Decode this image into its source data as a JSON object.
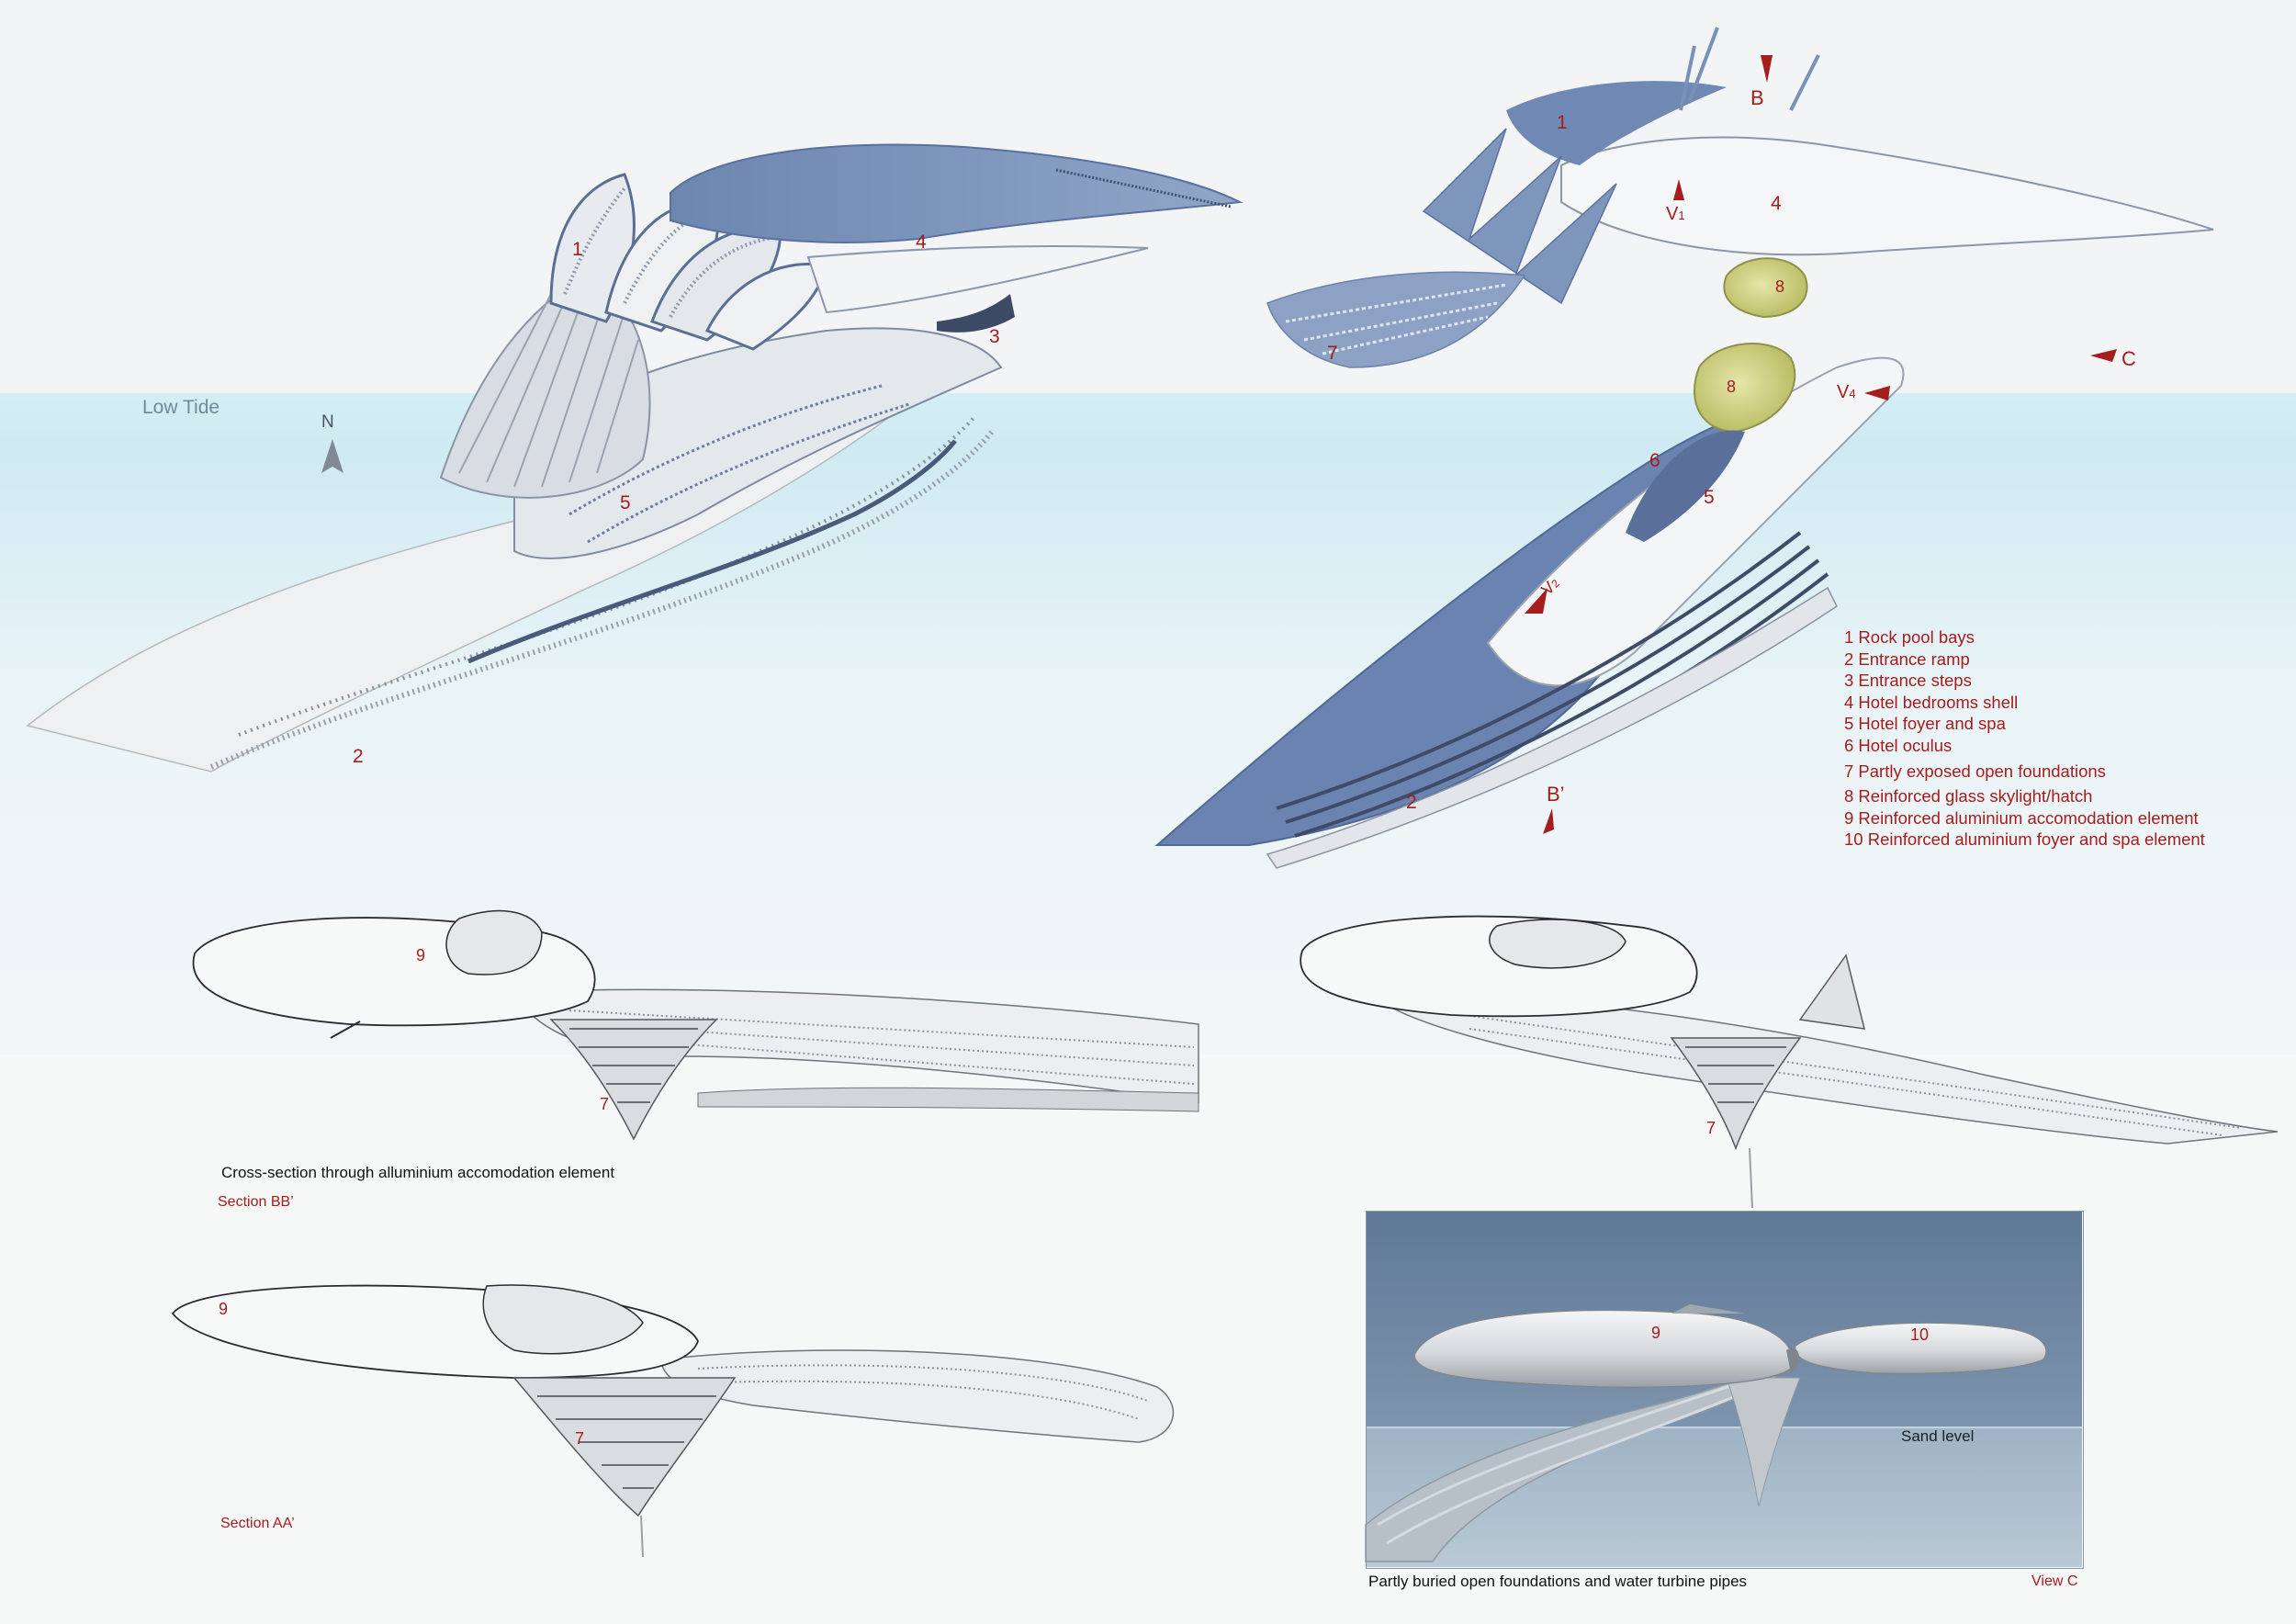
{
  "tide_label": "Low Tide",
  "north_label": "N",
  "colors": {
    "annotation": "#a51d1d",
    "shell": "#5f7ba6",
    "water": "#cfeaf2",
    "sky": "#6f87a3"
  },
  "plan_left": {
    "n1": "1",
    "n2": "2",
    "n3": "3",
    "n4": "4",
    "n5": "5"
  },
  "plan_right": {
    "n1": "1",
    "n2": "2",
    "n4": "4",
    "n5": "5",
    "n6": "6",
    "n7": "7",
    "n8a": "8",
    "n8b": "8",
    "marker_b": "B",
    "marker_b_prime": "B’",
    "marker_c": "C",
    "v1": "V",
    "v1_sub": "1",
    "v2": "V",
    "v2_sub": "2",
    "v4": "V",
    "v4_sub": "4"
  },
  "legend": [
    "1 Rock pool bays",
    "2 Entrance ramp",
    "3 Entrance steps",
    "4 Hotel bedrooms shell",
    "5 Hotel foyer and spa",
    "6 Hotel oculus",
    "7 Partly exposed open foundations",
    "8 Reinforced glass skylight/hatch",
    "9 Reinforced aluminium accomodation element",
    "10 Reinforced aluminium foyer and spa element"
  ],
  "section_bb": {
    "n9": "9",
    "n7": "7",
    "caption": "Cross-section through alluminium accomodation element",
    "title": "Section BB’"
  },
  "section_right": {
    "n7": "7"
  },
  "section_aa": {
    "n9": "9",
    "n7": "7",
    "title": "Section AA’"
  },
  "view_c": {
    "n9": "9",
    "n10": "10",
    "sand_label": "Sand level",
    "caption": "Partly buried open foundations and water turbine pipes",
    "title": "View C"
  }
}
